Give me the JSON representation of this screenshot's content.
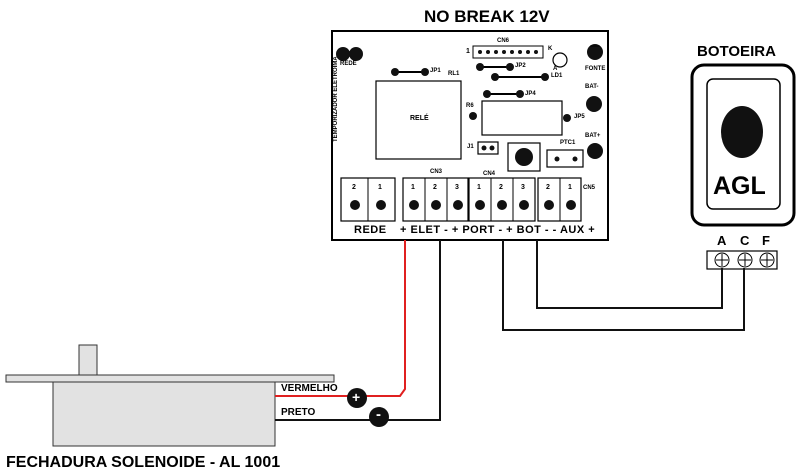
{
  "board": {
    "title": "NO BREAK  12V",
    "side_label": "TEMPORIZADOR  ELETROÍMÃ",
    "components": {
      "cn6": "CN6",
      "jp1": "JP1",
      "rl1": "RL1",
      "jp2": "JP2",
      "ld1": "LD1",
      "k": "K",
      "a": "A",
      "fonte": "FONTE",
      "bat_minus": "BAT-",
      "bat_plus": "BAT+",
      "jp4": "JP4",
      "r6": "R6",
      "jp5": "JP5",
      "rele": "RELÉ",
      "j1": "J1",
      "ptc1": "PTC1",
      "cn3": "CN3",
      "cn4": "CN4",
      "cn5": "CN5",
      "rede_small": "REDE",
      "one": "1"
    },
    "terminal_blocks": [
      {
        "name": "rede",
        "pins": [
          "2",
          "1"
        ],
        "label": "REDE"
      },
      {
        "name": "cn3",
        "pins": [
          "1",
          "2",
          "3"
        ]
      },
      {
        "name": "cn4",
        "pins": [
          "1",
          "2",
          "3"
        ]
      },
      {
        "name": "cn5",
        "pins": [
          "2",
          "1"
        ]
      }
    ],
    "bottom_label": "+ ELET -  + PORT -  + BOT -  - AUX +"
  },
  "button_panel": {
    "title": "BOTOEIRA",
    "brand": "AGL",
    "terminals": [
      "A",
      "C",
      "F"
    ]
  },
  "lock": {
    "title": "FECHADURA SOLENOIDE  - AL 1001",
    "wire_red": "VERMELHO",
    "wire_black": "PRETO",
    "plus_symbol": "+",
    "minus_symbol": "-"
  },
  "colors": {
    "red_wire": "#e02020",
    "black_wire": "#111111",
    "lock_body": "#e2e2e2"
  }
}
